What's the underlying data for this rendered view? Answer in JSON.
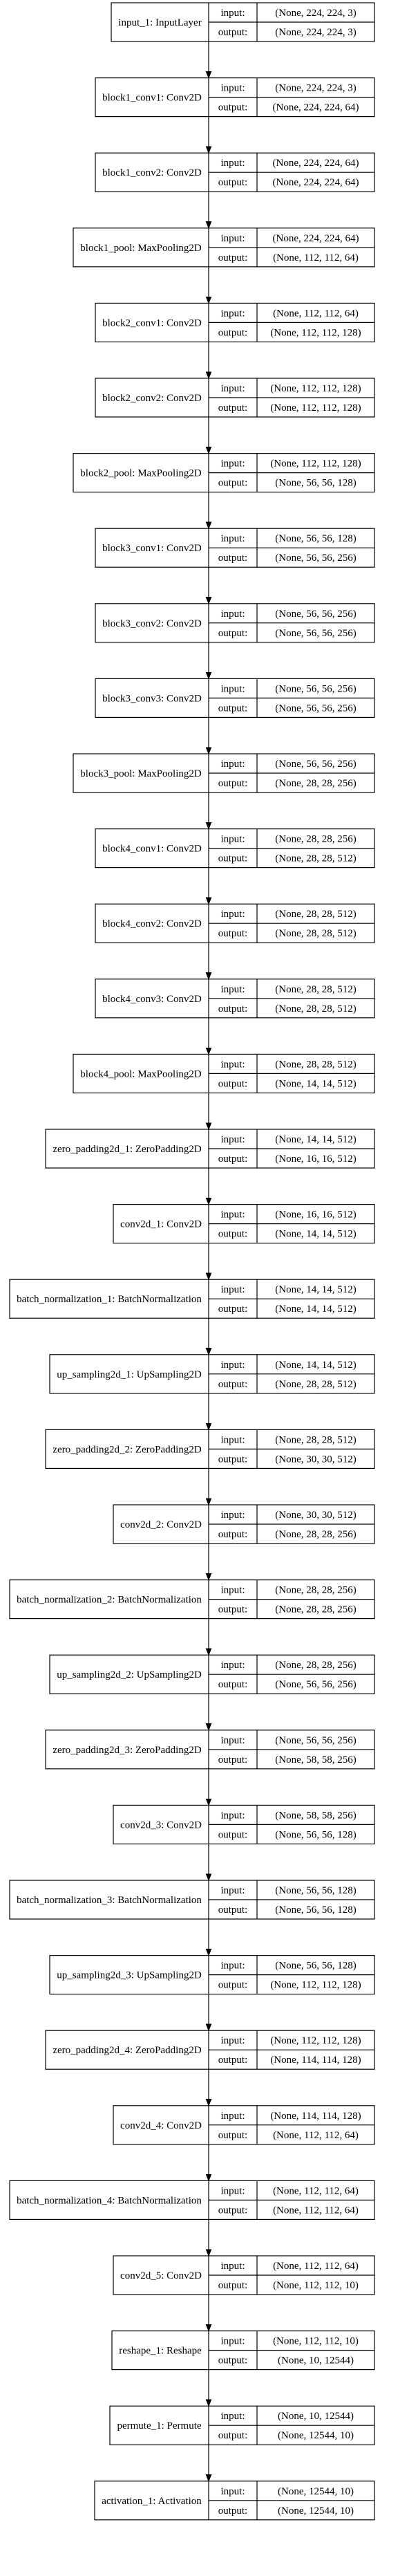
{
  "labels": {
    "input": "input:",
    "output": "output:"
  },
  "nodes": [
    {
      "label": "input_1: InputLayer",
      "input": "(None, 224, 224, 3)",
      "output": "(None, 224, 224, 3)"
    },
    {
      "label": "block1_conv1: Conv2D",
      "input": "(None, 224, 224, 3)",
      "output": "(None, 224, 224, 64)"
    },
    {
      "label": "block1_conv2: Conv2D",
      "input": "(None, 224, 224, 64)",
      "output": "(None, 224, 224, 64)"
    },
    {
      "label": "block1_pool: MaxPooling2D",
      "input": "(None, 224, 224, 64)",
      "output": "(None, 112, 112, 64)"
    },
    {
      "label": "block2_conv1: Conv2D",
      "input": "(None, 112, 112, 64)",
      "output": "(None, 112, 112, 128)"
    },
    {
      "label": "block2_conv2: Conv2D",
      "input": "(None, 112, 112, 128)",
      "output": "(None, 112, 112, 128)"
    },
    {
      "label": "block2_pool: MaxPooling2D",
      "input": "(None, 112, 112, 128)",
      "output": "(None, 56, 56, 128)"
    },
    {
      "label": "block3_conv1: Conv2D",
      "input": "(None, 56, 56, 128)",
      "output": "(None, 56, 56, 256)"
    },
    {
      "label": "block3_conv2: Conv2D",
      "input": "(None, 56, 56, 256)",
      "output": "(None, 56, 56, 256)"
    },
    {
      "label": "block3_conv3: Conv2D",
      "input": "(None, 56, 56, 256)",
      "output": "(None, 56, 56, 256)"
    },
    {
      "label": "block3_pool: MaxPooling2D",
      "input": "(None, 56, 56, 256)",
      "output": "(None, 28, 28, 256)"
    },
    {
      "label": "block4_conv1: Conv2D",
      "input": "(None, 28, 28, 256)",
      "output": "(None, 28, 28, 512)"
    },
    {
      "label": "block4_conv2: Conv2D",
      "input": "(None, 28, 28, 512)",
      "output": "(None, 28, 28, 512)"
    },
    {
      "label": "block4_conv3: Conv2D",
      "input": "(None, 28, 28, 512)",
      "output": "(None, 28, 28, 512)"
    },
    {
      "label": "block4_pool: MaxPooling2D",
      "input": "(None, 28, 28, 512)",
      "output": "(None, 14, 14, 512)"
    },
    {
      "label": "zero_padding2d_1: ZeroPadding2D",
      "input": "(None, 14, 14, 512)",
      "output": "(None, 16, 16, 512)"
    },
    {
      "label": "conv2d_1: Conv2D",
      "input": "(None, 16, 16, 512)",
      "output": "(None, 14, 14, 512)"
    },
    {
      "label": "batch_normalization_1: BatchNormalization",
      "input": "(None, 14, 14, 512)",
      "output": "(None, 14, 14, 512)"
    },
    {
      "label": "up_sampling2d_1: UpSampling2D",
      "input": "(None, 14, 14, 512)",
      "output": "(None, 28, 28, 512)"
    },
    {
      "label": "zero_padding2d_2: ZeroPadding2D",
      "input": "(None, 28, 28, 512)",
      "output": "(None, 30, 30, 512)"
    },
    {
      "label": "conv2d_2: Conv2D",
      "input": "(None, 30, 30, 512)",
      "output": "(None, 28, 28, 256)"
    },
    {
      "label": "batch_normalization_2: BatchNormalization",
      "input": "(None, 28, 28, 256)",
      "output": "(None, 28, 28, 256)"
    },
    {
      "label": "up_sampling2d_2: UpSampling2D",
      "input": "(None, 28, 28, 256)",
      "output": "(None, 56, 56, 256)"
    },
    {
      "label": "zero_padding2d_3: ZeroPadding2D",
      "input": "(None, 56, 56, 256)",
      "output": "(None, 58, 58, 256)"
    },
    {
      "label": "conv2d_3: Conv2D",
      "input": "(None, 58, 58, 256)",
      "output": "(None, 56, 56, 128)"
    },
    {
      "label": "batch_normalization_3: BatchNormalization",
      "input": "(None, 56, 56, 128)",
      "output": "(None, 56, 56, 128)"
    },
    {
      "label": "up_sampling2d_3: UpSampling2D",
      "input": "(None, 56, 56, 128)",
      "output": "(None, 112, 112, 128)"
    },
    {
      "label": "zero_padding2d_4: ZeroPadding2D",
      "input": "(None, 112, 112, 128)",
      "output": "(None, 114, 114, 128)"
    },
    {
      "label": "conv2d_4: Conv2D",
      "input": "(None, 114, 114, 128)",
      "output": "(None, 112, 112, 64)"
    },
    {
      "label": "batch_normalization_4: BatchNormalization",
      "input": "(None, 112, 112, 64)",
      "output": "(None, 112, 112, 64)"
    },
    {
      "label": "conv2d_5: Conv2D",
      "input": "(None, 112, 112, 64)",
      "output": "(None, 112, 112, 10)"
    },
    {
      "label": "reshape_1: Reshape",
      "input": "(None, 112, 112, 10)",
      "output": "(None, 10, 12544)"
    },
    {
      "label": "permute_1: Permute",
      "input": "(None, 10, 12544)",
      "output": "(None, 12544, 10)"
    },
    {
      "label": "activation_1: Activation",
      "input": "(None, 12544, 10)",
      "output": "(None, 12544, 10)"
    }
  ]
}
